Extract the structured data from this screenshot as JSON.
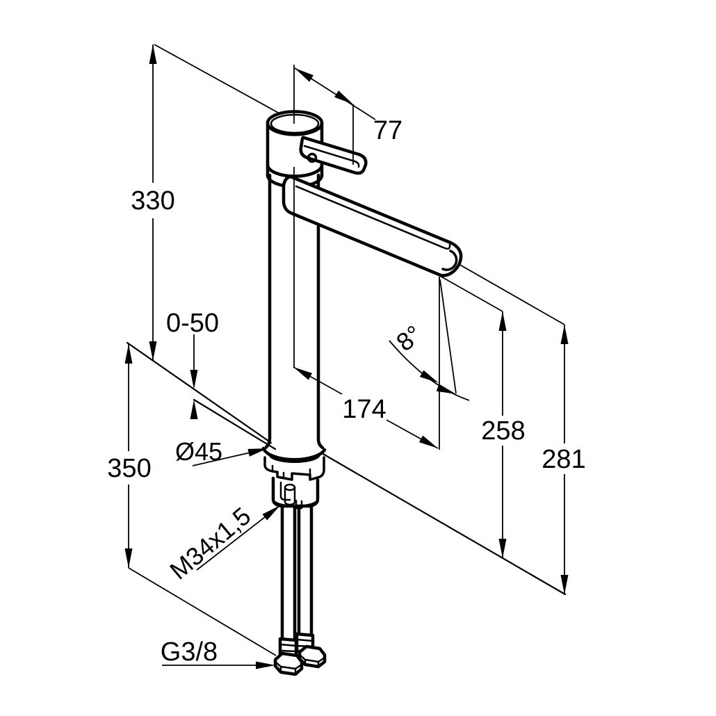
{
  "drawing": {
    "background": "#ffffff",
    "line_color": "#000000",
    "labels": {
      "overall_height": "330",
      "handle_length": "77",
      "deck_thickness_range": "0-50",
      "spout_reach": "174",
      "spout_angle": "8°",
      "outlet_height": "258",
      "spout_top_height": "281",
      "hose_length": "350",
      "base_diameter": "Ø45",
      "shank_thread": "M34x1,5",
      "hose_connection_thread": "G3/8"
    }
  }
}
